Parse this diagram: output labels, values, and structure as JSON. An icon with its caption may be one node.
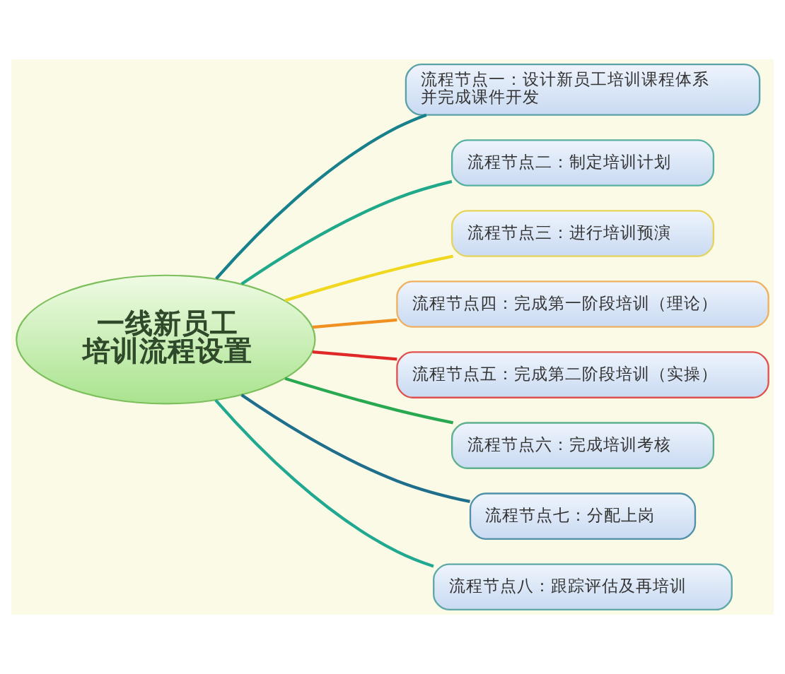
{
  "diagram": {
    "nodes": [
      {
        "text": [
          "一线新员工培训流程设置"
        ]
      },
      {
        "text": [
          "流程节点一：设计新员工培训课程体系并完成课件开发"
        ]
      },
      {
        "text": [
          "流程节点二：制定培训计划"
        ]
      },
      {
        "text": [
          "流程节点三：进行培训预演"
        ]
      },
      {
        "text": [
          "流程节点四：完成第一阶段培训（理论）"
        ]
      },
      {
        "text": [
          "流程节点五：完成第二阶段培训（实操）"
        ]
      },
      {
        "text": [
          "流程节点六：完成培训考核"
        ]
      },
      {
        "text": [
          "流程节点七：分配上岗"
        ]
      },
      {
        "text": [
          "流程节点八：跟踪评估及再培训"
        ]
      }
    ],
    "edges": [
      {
        "from": 0,
        "to": 1,
        "arrow": "none",
        "color": "#17808a"
      },
      {
        "from": 0,
        "to": 2,
        "arrow": "none",
        "color": "#20a88a"
      },
      {
        "from": 0,
        "to": 3,
        "arrow": "none",
        "color": "#f0d820"
      },
      {
        "from": 0,
        "to": 4,
        "arrow": "none",
        "color": "#f09020"
      },
      {
        "from": 0,
        "to": 5,
        "arrow": "none",
        "color": "#e02828"
      },
      {
        "from": 0,
        "to": 6,
        "arrow": "none",
        "color": "#28a850"
      },
      {
        "from": 0,
        "to": 7,
        "arrow": "none",
        "color": "#1e6e8c"
      },
      {
        "from": 0,
        "to": 8,
        "arrow": "none",
        "color": "#20a890"
      }
    ]
  }
}
